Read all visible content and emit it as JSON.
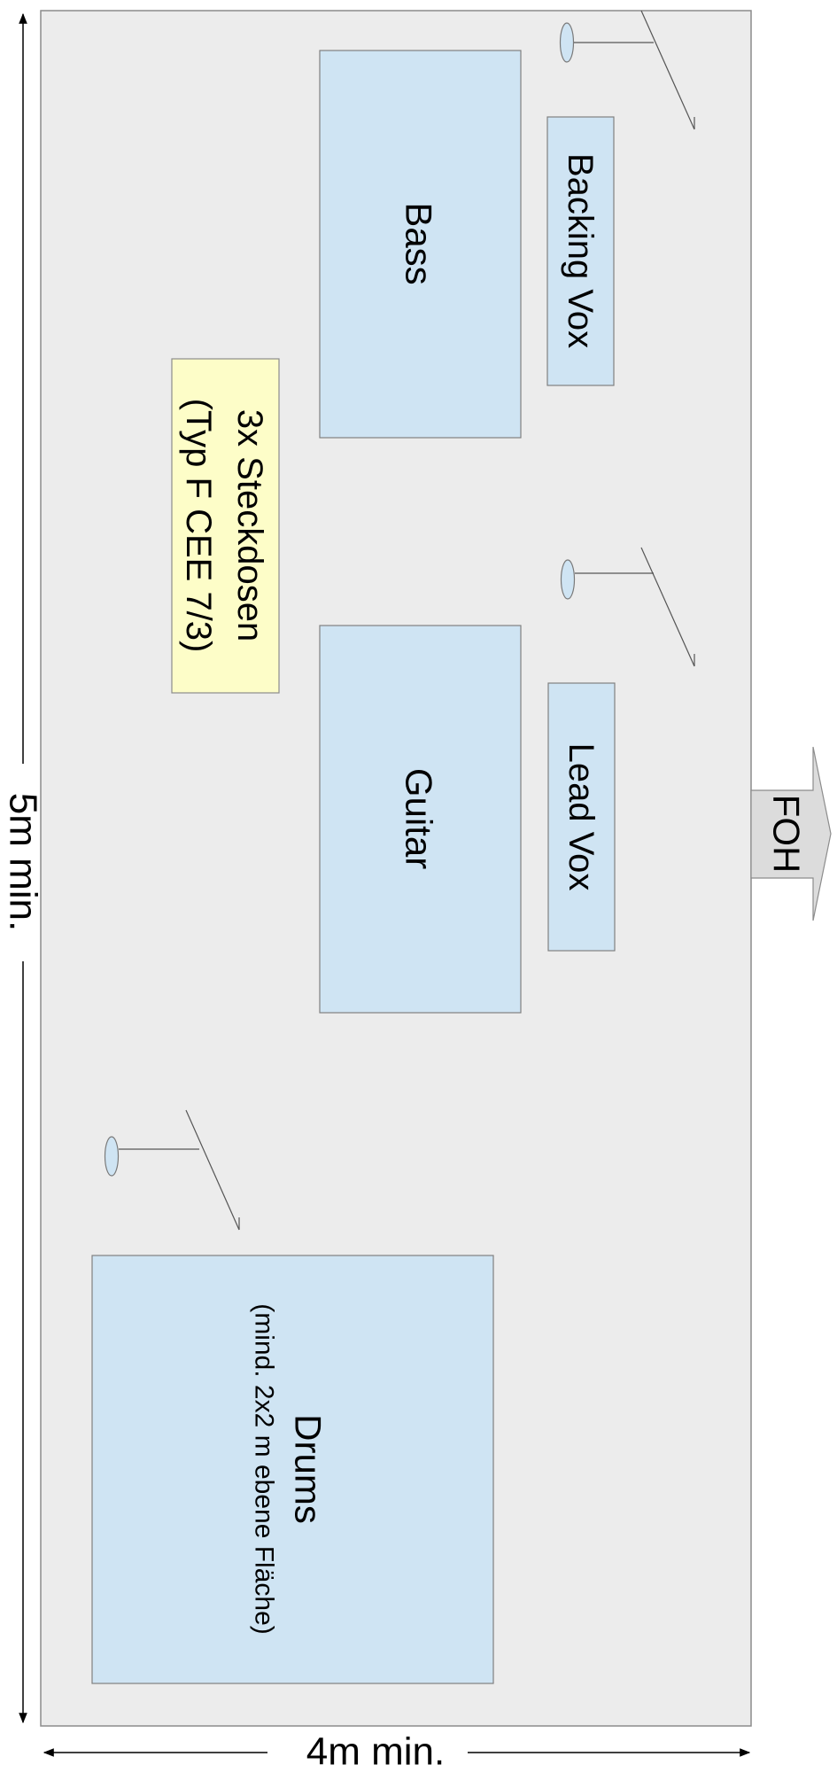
{
  "stage": {
    "width_label": "4m min.",
    "depth_label": "5m min.",
    "foh_label": "FOH"
  },
  "instruments": {
    "bass": "Bass",
    "guitar": "Guitar",
    "drums": "Drums",
    "drums_note": "(mind. 2x2 m ebene Fläche)",
    "backing_vox": "Backing Vox",
    "lead_vox": "Lead Vox"
  },
  "power": {
    "line1": "3x Steckdosen",
    "line2": "(Typ F CEE 7/3)"
  },
  "icons": {
    "mic_stand": "microphone-stand-icon",
    "arrow": "arrow-icon"
  },
  "colors": {
    "stage_fill": "#ececec",
    "box_fill": "#cfe4f3",
    "power_fill": "#fdfdc8",
    "foh_arrow_fill": "#dcdcdc"
  }
}
